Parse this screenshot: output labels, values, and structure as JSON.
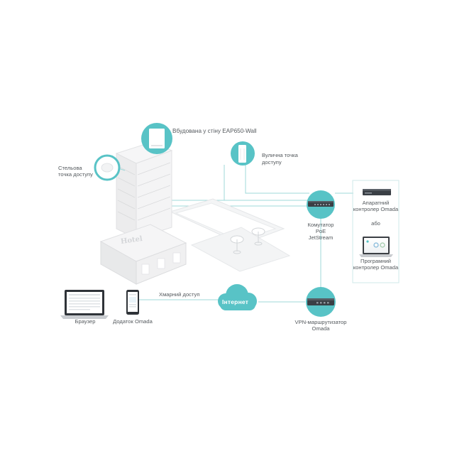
{
  "labels": {
    "wall_ap": "Вбудована у стіну EAP650-Wall",
    "ceiling_ap_line1": "Стельова",
    "ceiling_ap_line2": "точка доступу",
    "outdoor_ap_line1": "Вулична точка",
    "outdoor_ap_line2": "доступу",
    "hw_controller_line1": "Апаратний",
    "hw_controller_line2": "контролер Omada",
    "or": "або",
    "sw_controller_line1": "Програмний",
    "sw_controller_line2": "контролер Omada",
    "switch_line1": "Комутатор",
    "switch_line2": "PoE",
    "switch_line3": "JetStream",
    "router_line1": "VPN-маршрутизатор",
    "router_line2": "Omada",
    "cloud_access": "Хмарний доступ",
    "internet": "Інтернет",
    "browser": "Браузер",
    "app": "Додаток Omada",
    "hotel_sign": "Hotel"
  },
  "colors": {
    "accent": "#58c3c6",
    "line": "#9fd8da",
    "device_dark": "#3a3f45",
    "building": "#e9eaeb"
  },
  "icons": [
    "ceiling-ap-icon",
    "wall-ap-icon",
    "outdoor-ap-icon",
    "switch-icon",
    "router-icon",
    "cloud-icon",
    "laptop-icon",
    "phone-icon",
    "hardware-controller-icon",
    "software-controller-icon",
    "hotel-building-icon",
    "pool-icon",
    "umbrella-icon"
  ]
}
